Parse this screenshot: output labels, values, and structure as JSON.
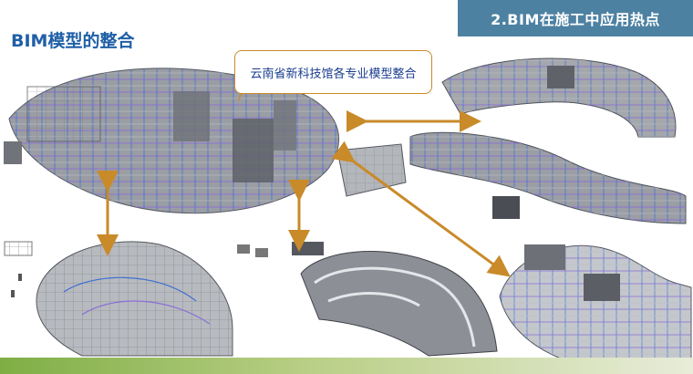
{
  "header": {
    "section_title": "2.BIM在施工中应用热点"
  },
  "page": {
    "title": "BIM模型的整合"
  },
  "callout": {
    "text": "云南省新科技馆各专业模型整合"
  },
  "colors": {
    "header_bg": "#4d81a2",
    "title": "#1f5fa6",
    "callout_border": "#c98a2a",
    "arrow": "#c98a2a",
    "model_gray": "#8a8d93",
    "pipe_purple": "#8b6fd6",
    "pipe_blue": "#3f6fd2",
    "bottom_bar": "#7fae45"
  },
  "figures": [
    {
      "name": "integrated-model-render"
    },
    {
      "name": "architecture-model-render"
    },
    {
      "name": "mep-lower-left-render"
    },
    {
      "name": "structure-lower-center-render"
    },
    {
      "name": "building-lower-right-render"
    }
  ]
}
